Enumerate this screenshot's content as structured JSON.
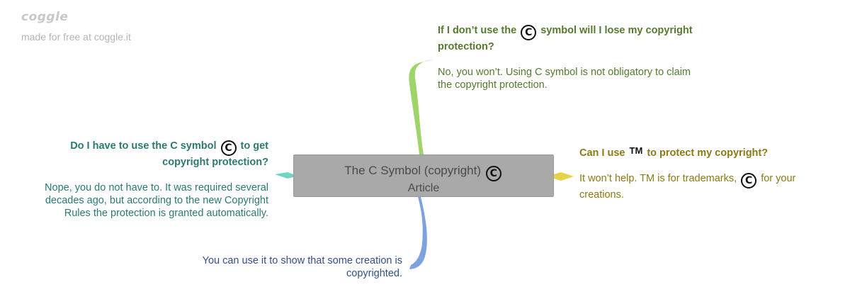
{
  "brand": {
    "logo": "coggle",
    "tagline": "made for free at coggle.it"
  },
  "center": {
    "title": "The C Symbol (copyright)",
    "subtitle": "Article",
    "icon": "copyright-symbol"
  },
  "branches": {
    "top": {
      "question_part1": "If I don’t use the",
      "question_part2": "symbol will I lose my copyright protection?",
      "answer": "No, you won’t. Using C symbol is not obligatory to claim the copyright protection.",
      "color": "#557a30",
      "line_color": "#9fd46a"
    },
    "left": {
      "question_part1": "Do I have to use the C symbol",
      "question_part2": "to get copyright protection?",
      "answer": "Nope, you do not have to. It was required several decades ago, but according to the new Copyright Rules the protection is granted automatically.",
      "color": "#2a7a72",
      "line_color": "#6fd4c4"
    },
    "right": {
      "question_part1": "Can I use",
      "tm": "TM",
      "question_part2": "to protect my copyright?",
      "answer_part1": "It won’t help. TM is for trademarks,",
      "answer_part2": "for your creations.",
      "color": "#8b7a16",
      "line_color": "#e6d24a"
    },
    "bottom": {
      "answer": "You can use it to show that some creation is copyrighted.",
      "color": "#334f8a",
      "line_color": "#7ea2e0"
    }
  }
}
